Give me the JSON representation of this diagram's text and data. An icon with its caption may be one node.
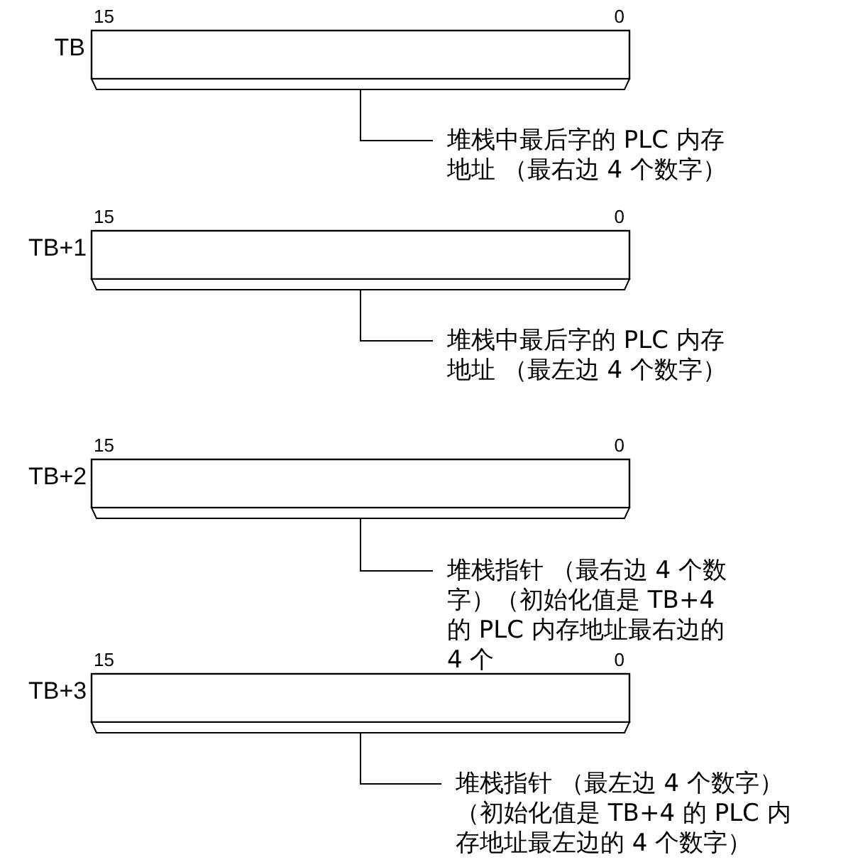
{
  "diagram": {
    "nodes": [
      {
        "text": [
          "TB"
        ],
        "beside": [
          "15",
          "0"
        ]
      },
      {
        "text": [
          "堆栈中最后字的 PLC 内存地址 （最右边 4 个数字）"
        ]
      },
      {
        "text": [
          "TB+1"
        ],
        "beside": [
          "15",
          "0"
        ]
      },
      {
        "text": [
          "堆栈中最后字的 PLC 内存地址 （最左边 4 个数字）"
        ]
      },
      {
        "text": [
          "TB+2"
        ],
        "beside": [
          "15",
          "0"
        ]
      },
      {
        "text": [
          "堆栈指针 （最右边 4 个数字）（初始化值是 TB+4 的 PLC 内存地址最右边的 4 个"
        ]
      },
      {
        "text": [
          "TB+3"
        ],
        "beside": [
          "15",
          "0"
        ]
      },
      {
        "text": [
          "堆栈指针 （最左边 4 个数字）（初始化值是 TB+4 的 PLC 内存地址最左边的 4 个数字）"
        ]
      }
    ],
    "edges": [
      {
        "from": 0,
        "to": 1,
        "arrow": "none"
      },
      {
        "from": 2,
        "to": 3,
        "arrow": "none"
      },
      {
        "from": 4,
        "to": 5,
        "arrow": "none"
      },
      {
        "from": 6,
        "to": 7,
        "arrow": "none"
      }
    ]
  }
}
